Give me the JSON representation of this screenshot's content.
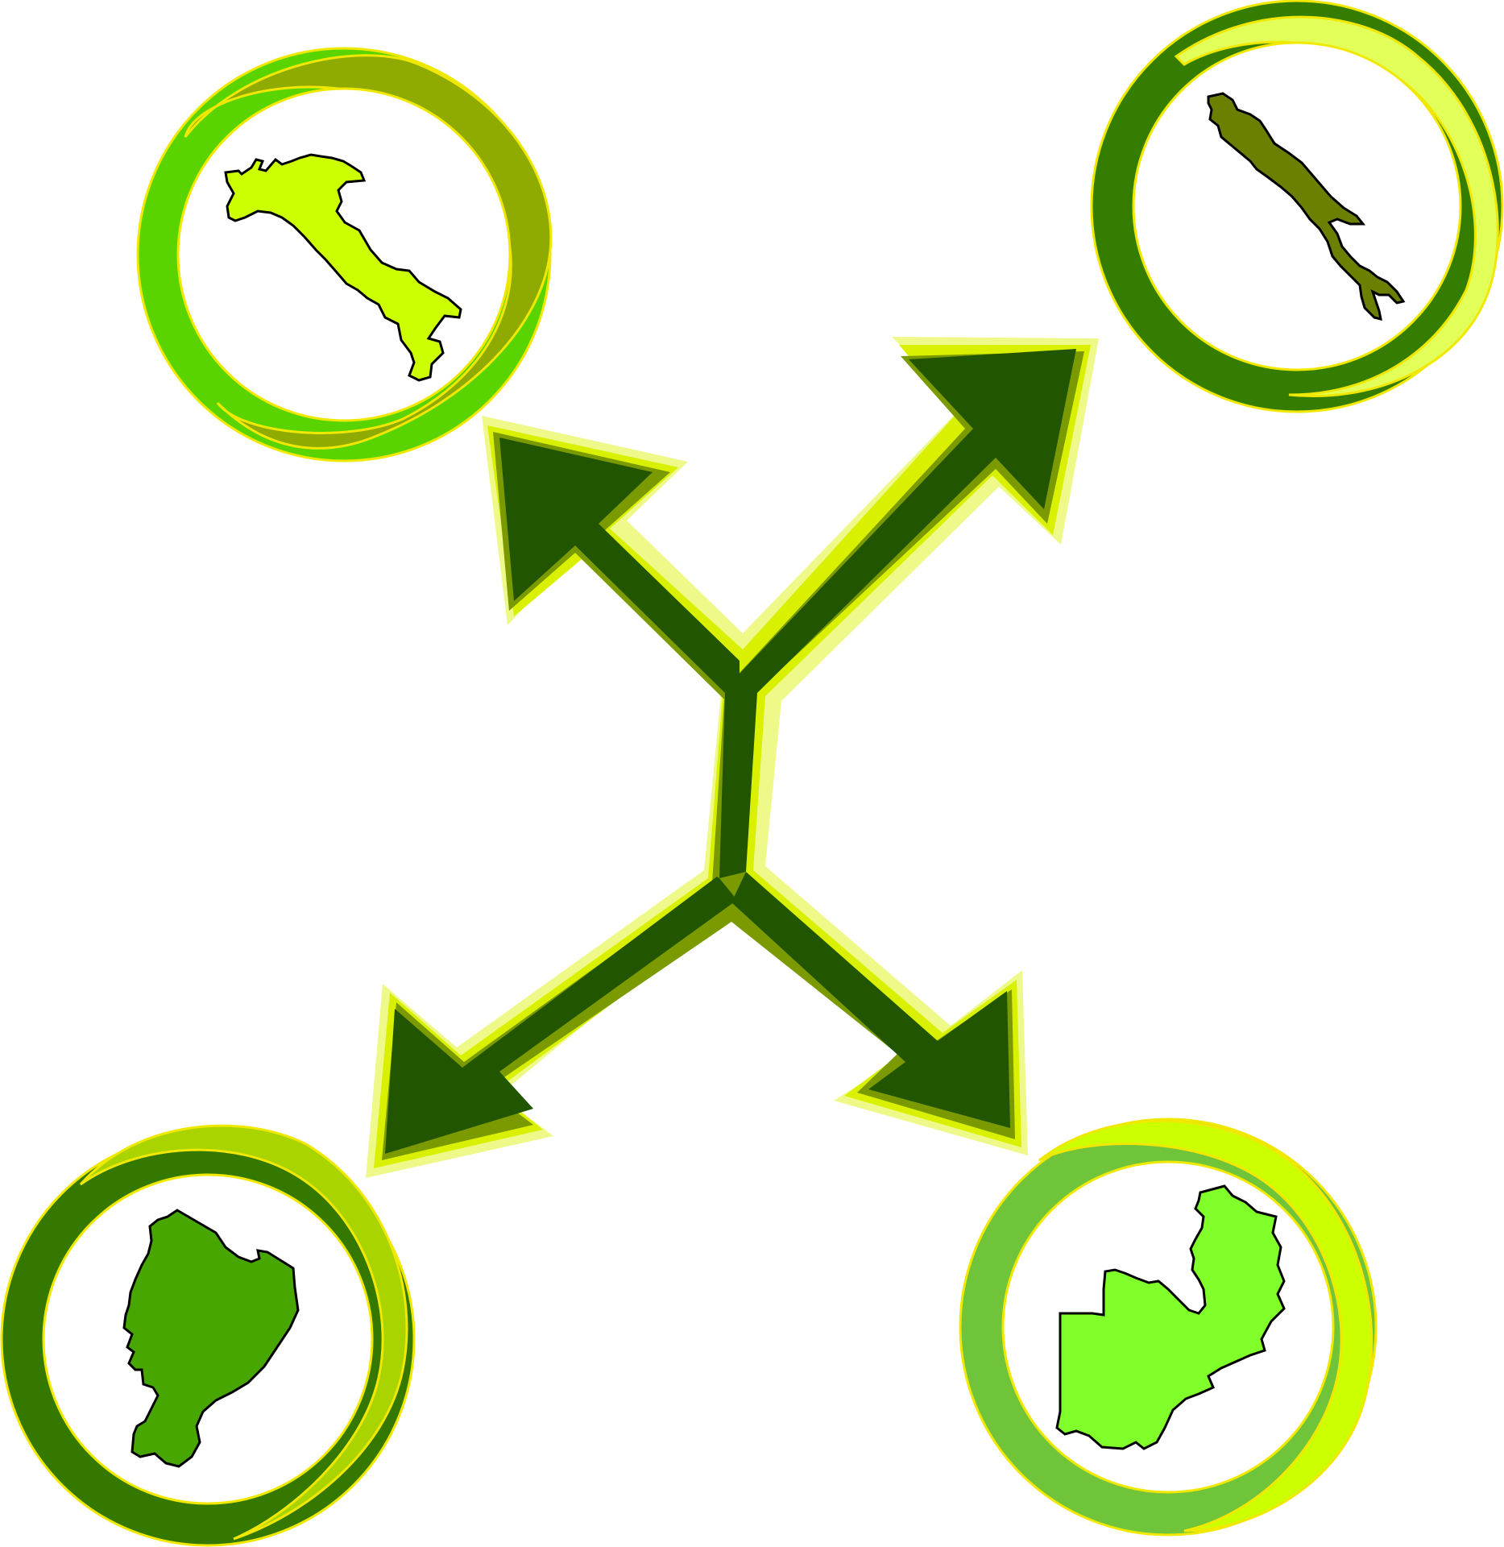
{
  "diagram": {
    "background": "#ffffff",
    "arrows": {
      "fill": "#225500",
      "inner_stroke": "#7a9a00",
      "mid_glow": "#d9f000",
      "outer_glow": "#eef98a"
    },
    "nodes": [
      {
        "id": "top-left",
        "shape_icon": "italy-map-icon",
        "ring_outer": "#5ad400",
        "ring_inner": "#8faa00",
        "shape_fill": "#ccff00"
      },
      {
        "id": "top-right",
        "shape_icon": "elongated-island-map-icon",
        "ring_outer": "#347d00",
        "ring_inner": "#e2ff5a",
        "shape_fill": "#6b8000"
      },
      {
        "id": "bottom-left",
        "shape_icon": "rounded-country-map-icon",
        "ring_outer": "#347800",
        "ring_inner": "#aad400",
        "shape_fill": "#47a600"
      },
      {
        "id": "bottom-right",
        "shape_icon": "angular-country-map-icon",
        "ring_outer": "#70c43a",
        "ring_inner": "#ccff00",
        "shape_fill": "#80ff2a"
      }
    ]
  }
}
